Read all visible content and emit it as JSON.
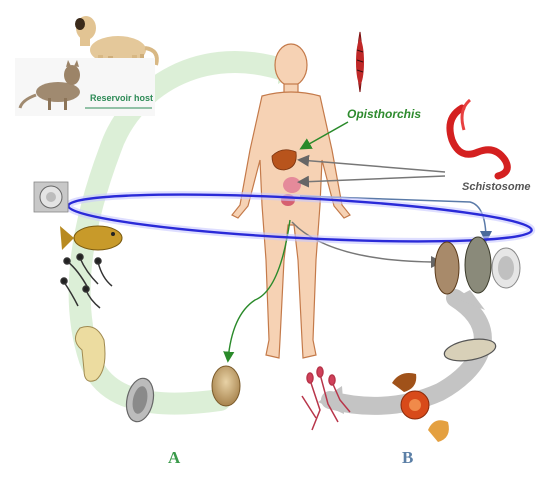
{
  "labels": {
    "reservoir_host": "Reservoir host",
    "opisthorchis": "Opisthorchis",
    "schistosome": "Schistosome",
    "cycle_a": "A",
    "cycle_b": "B"
  },
  "colors": {
    "cycle_a_arrow": "#c9e6c0",
    "cycle_b_arrow": "#b8b8b8",
    "orbit_ring": "#2a2ad8",
    "opisthorchis_text": "#2e8b2e",
    "human_skin": "#f6d2b4",
    "human_outline": "#c47a4a",
    "schistosome_worm": "#d42020"
  },
  "icons": [
    "dog-image",
    "cat-image",
    "human-figure",
    "liver-icon",
    "fluke-icon",
    "schistosome-worm-icon",
    "fish-icon",
    "cercaria-icon",
    "snail-icon",
    "egg-icon",
    "miracidium-icon"
  ]
}
